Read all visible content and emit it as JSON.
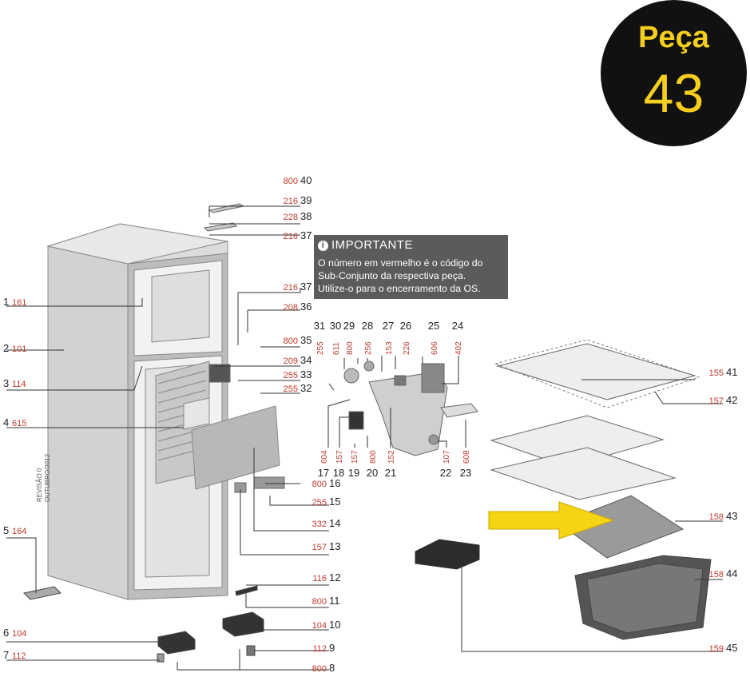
{
  "badge": {
    "word": "Peça",
    "number": "43"
  },
  "notice": {
    "icon": "info-icon",
    "title": "IMPORTANTE",
    "lines": [
      "O número em vermelho é o código do",
      "Sub-Conjunto da respectiva peça.",
      "Utilize-o para o encerramento da OS."
    ]
  },
  "revision": {
    "line1": "REVISÃO 0",
    "line2": "OUTUBRO/2012"
  },
  "colors": {
    "code": "#c0392b",
    "number": "#222222",
    "badge_bg": "#111111",
    "badge_text": "#f6cf1e",
    "notice_bg": "#5b5b5b",
    "arrow": "#f5d414"
  },
  "highlight": {
    "part": "43"
  },
  "callouts": [
    {
      "num": "40",
      "code": "800"
    },
    {
      "num": "39",
      "code": "216"
    },
    {
      "num": "38",
      "code": "228"
    },
    {
      "num": "37",
      "code": "216"
    },
    {
      "num": "37",
      "code": "216"
    },
    {
      "num": "36",
      "code": "208"
    },
    {
      "num": "35",
      "code": "800"
    },
    {
      "num": "34",
      "code": "209"
    },
    {
      "num": "33",
      "code": "255"
    },
    {
      "num": "32",
      "code": "255"
    },
    {
      "num": "16",
      "code": "800"
    },
    {
      "num": "15",
      "code": "255"
    },
    {
      "num": "14",
      "code": "332"
    },
    {
      "num": "13",
      "code": "157"
    },
    {
      "num": "12",
      "code": "116"
    },
    {
      "num": "11",
      "code": "800"
    },
    {
      "num": "10",
      "code": "104"
    },
    {
      "num": "9",
      "code": "112"
    },
    {
      "num": "8",
      "code": "800"
    },
    {
      "num": "1",
      "code": "161"
    },
    {
      "num": "2",
      "code": "101"
    },
    {
      "num": "3",
      "code": "114"
    },
    {
      "num": "4",
      "code": "615"
    },
    {
      "num": "5",
      "code": "164"
    },
    {
      "num": "6",
      "code": "104"
    },
    {
      "num": "7",
      "code": "112"
    },
    {
      "num": "41",
      "code": "155"
    },
    {
      "num": "42",
      "code": "157"
    },
    {
      "num": "43",
      "code": "158"
    },
    {
      "num": "44",
      "code": "158"
    },
    {
      "num": "45",
      "code": "159"
    }
  ],
  "top_labels": [
    {
      "num": "31",
      "code": "255"
    },
    {
      "num": "30",
      "code": "611"
    },
    {
      "num": "29",
      "code": "800"
    },
    {
      "num": "28",
      "code": "256"
    },
    {
      "num": "27",
      "code": "153"
    },
    {
      "num": "26",
      "code": "226"
    },
    {
      "num": "25",
      "code": "606"
    },
    {
      "num": "24",
      "code": "402"
    }
  ],
  "bottom_labels": [
    {
      "num": "17",
      "code": "604"
    },
    {
      "num": "18",
      "code": "157"
    },
    {
      "num": "19",
      "code": "157"
    },
    {
      "num": "20",
      "code": "800"
    },
    {
      "num": "21",
      "code": "152"
    },
    {
      "num": "22",
      "code": "107"
    },
    {
      "num": "23",
      "code": "608"
    }
  ]
}
